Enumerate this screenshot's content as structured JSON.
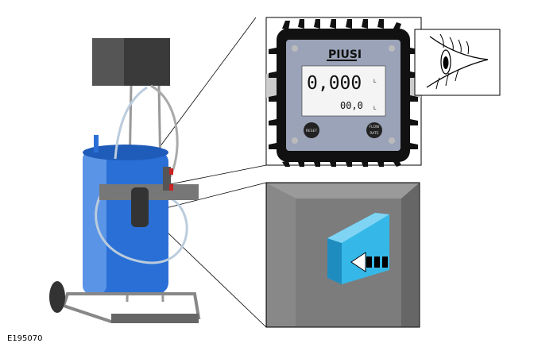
{
  "figure_ref": "E195070",
  "meter": {
    "brand": "PIUSI",
    "main_reading": "0,000",
    "main_unit": "L",
    "sub_reading": "00,0",
    "sub_unit": "L",
    "button_left": "RESET",
    "button_right_line1": "FLOW",
    "button_right_line2": "RATE"
  },
  "colors": {
    "barrel": "#2a6fd6",
    "switch": "#35b8e8",
    "brand_red": "#d01010"
  }
}
